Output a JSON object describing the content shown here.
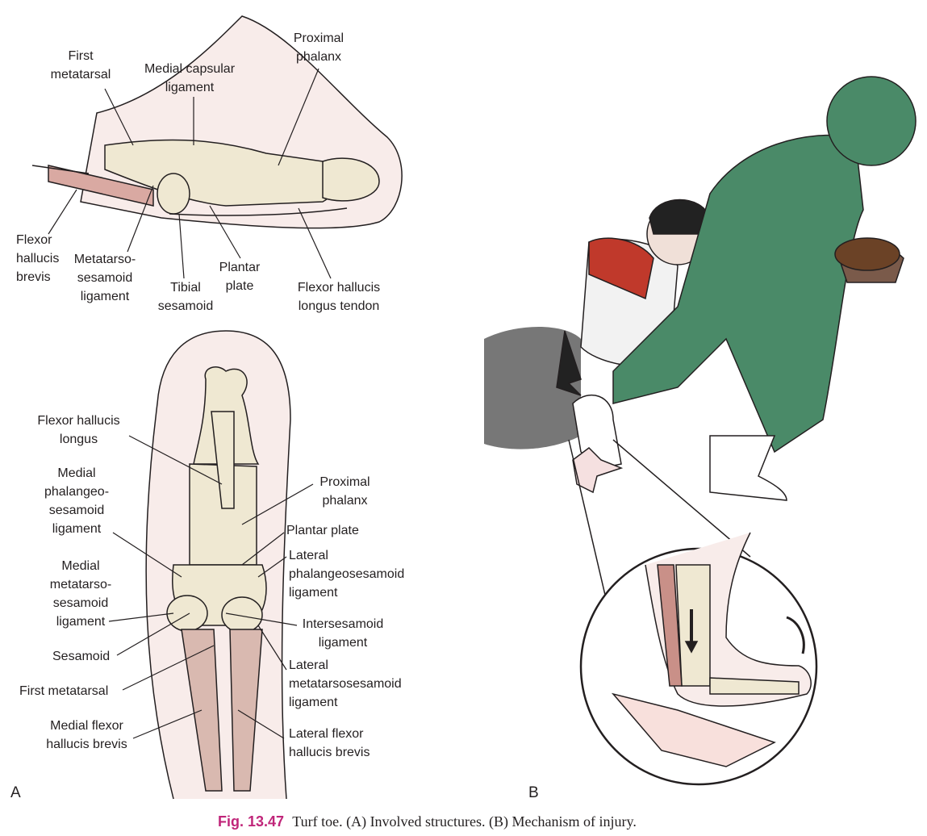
{
  "panel_a": {
    "letter": "A",
    "lateral_view_labels": {
      "first_metatarsal": "First\nmetatarsal",
      "medial_capsular_ligament": "Medial capsular\nligament",
      "proximal_phalanx": "Proximal\nphalanx",
      "flexor_hallucis_brevis": "Flexor\nhallucis\nbrevis",
      "metatarso_sesamoid_ligament": "Metatarso-\nsesamoid\nligament",
      "tibial_sesamoid": "Tibial\nsesamoid",
      "plantar_plate": "Plantar\nplate",
      "flexor_hallucis_longus_tendon": "Flexor hallucis\nlongus tendon"
    },
    "plantar_view_labels": {
      "flexor_hallucis_longus": "Flexor hallucis\nlongus",
      "medial_phalangeo_sesamoid_ligament": "Medial\nphalangeo-\nsesamoid\nligament",
      "medial_metatarso_sesamoid_ligament": "Medial\nmetatarso-\nsesamoid\nligament",
      "sesamoid": "Sesamoid",
      "first_metatarsal": "First metatarsal",
      "medial_flexor_hallucis_brevis": "Medial flexor\nhallucis brevis",
      "proximal_phalanx": "Proximal\nphalanx",
      "plantar_plate": "Plantar plate",
      "lateral_phalangeosesamoid_ligament": "Lateral\nphalangeosesamoid\nligament",
      "intersesamoid_ligament": "Intersesamoid\nligament",
      "lateral_metatarsosesamoid_ligament": "Lateral\nmetatarsosesamoid\nligament",
      "lateral_flexor_hallucis_brevis": "Lateral flexor\nhallucis brevis"
    }
  },
  "panel_b": {
    "letter": "B"
  },
  "caption": {
    "figure_number": "Fig. 13.47",
    "text": "Turf toe. (A) Involved structures. (B) Mechanism of injury."
  },
  "colors": {
    "bone": "#efe8d2",
    "skin": "#f8ecea",
    "muscle": "#b07a74",
    "jersey_green": "#4a8a68",
    "jersey_red": "#c0392b",
    "caption_accent": "#c0267a"
  }
}
